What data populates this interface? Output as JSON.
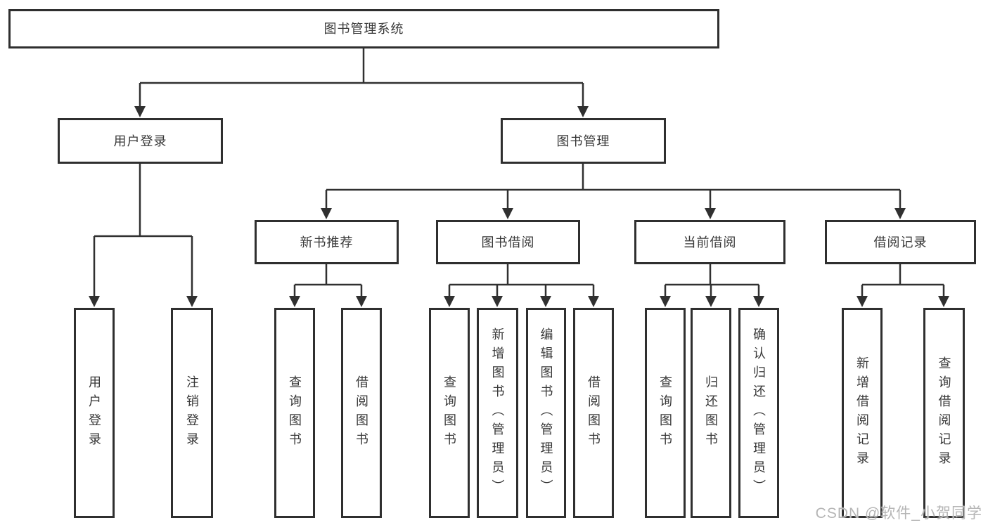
{
  "diagram": {
    "root": {
      "label": "图书管理系统",
      "children": [
        {
          "label": "用户登录",
          "children": [
            {
              "label": "用户登录"
            },
            {
              "label": "注销登录"
            }
          ]
        },
        {
          "label": "图书管理",
          "children": [
            {
              "label": "新书推荐",
              "children": [
                {
                  "label": "查询图书"
                },
                {
                  "label": "借阅图书"
                }
              ]
            },
            {
              "label": "图书借阅",
              "children": [
                {
                  "label": "查询图书"
                },
                {
                  "label": "新增图书（管理员）"
                },
                {
                  "label": "编辑图书（管理员）"
                },
                {
                  "label": "借阅图书"
                }
              ]
            },
            {
              "label": "当前借阅",
              "children": [
                {
                  "label": "查询图书"
                },
                {
                  "label": "归还图书"
                },
                {
                  "label": "确认归还（管理员）"
                }
              ]
            },
            {
              "label": "借阅记录",
              "children": [
                {
                  "label": "新增借阅记录"
                },
                {
                  "label": "查询借阅记录"
                }
              ]
            }
          ]
        }
      ]
    }
  },
  "watermark": {
    "text": "CSDN @软件_小贺同学"
  },
  "colors": {
    "line": "#303030",
    "box_border": "#2f2f2f",
    "text": "#383838",
    "watermark": "#b5b5b5",
    "background": "#ffffff"
  }
}
